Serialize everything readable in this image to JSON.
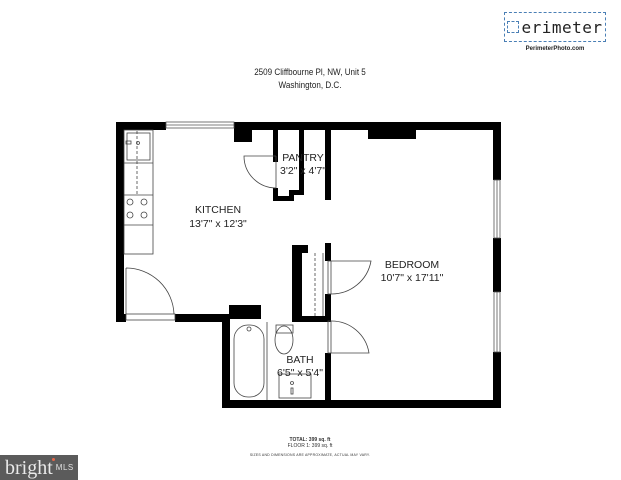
{
  "logo": {
    "brand": "erimeter",
    "url": "PerimeterPhoto.com",
    "accent": "#4a7fb5"
  },
  "address": {
    "line1": "2509 Cliffbourne Pl, NW, Unit 5",
    "line2": "Washington, D.C."
  },
  "rooms": [
    {
      "name": "KITCHEN",
      "dimensions": "13'7\" x 12'3\""
    },
    {
      "name": "PANTRY",
      "dimensions": "3'2\" x 4'7\""
    },
    {
      "name": "BEDROOM",
      "dimensions": "10'7\" x 17'11\""
    },
    {
      "name": "BATH",
      "dimensions": "6'5\" x 5'4\""
    }
  ],
  "totals": {
    "total": "TOTAL: 399 sq. ft",
    "floor": "FLOOR 1: 399 sq. ft",
    "disclaimer": "SIZES AND DIMENSIONS ARE APPROXIMATE, ACTUAL MAY VARY."
  },
  "watermark": {
    "bright": "bright",
    "mls": "MLS"
  }
}
